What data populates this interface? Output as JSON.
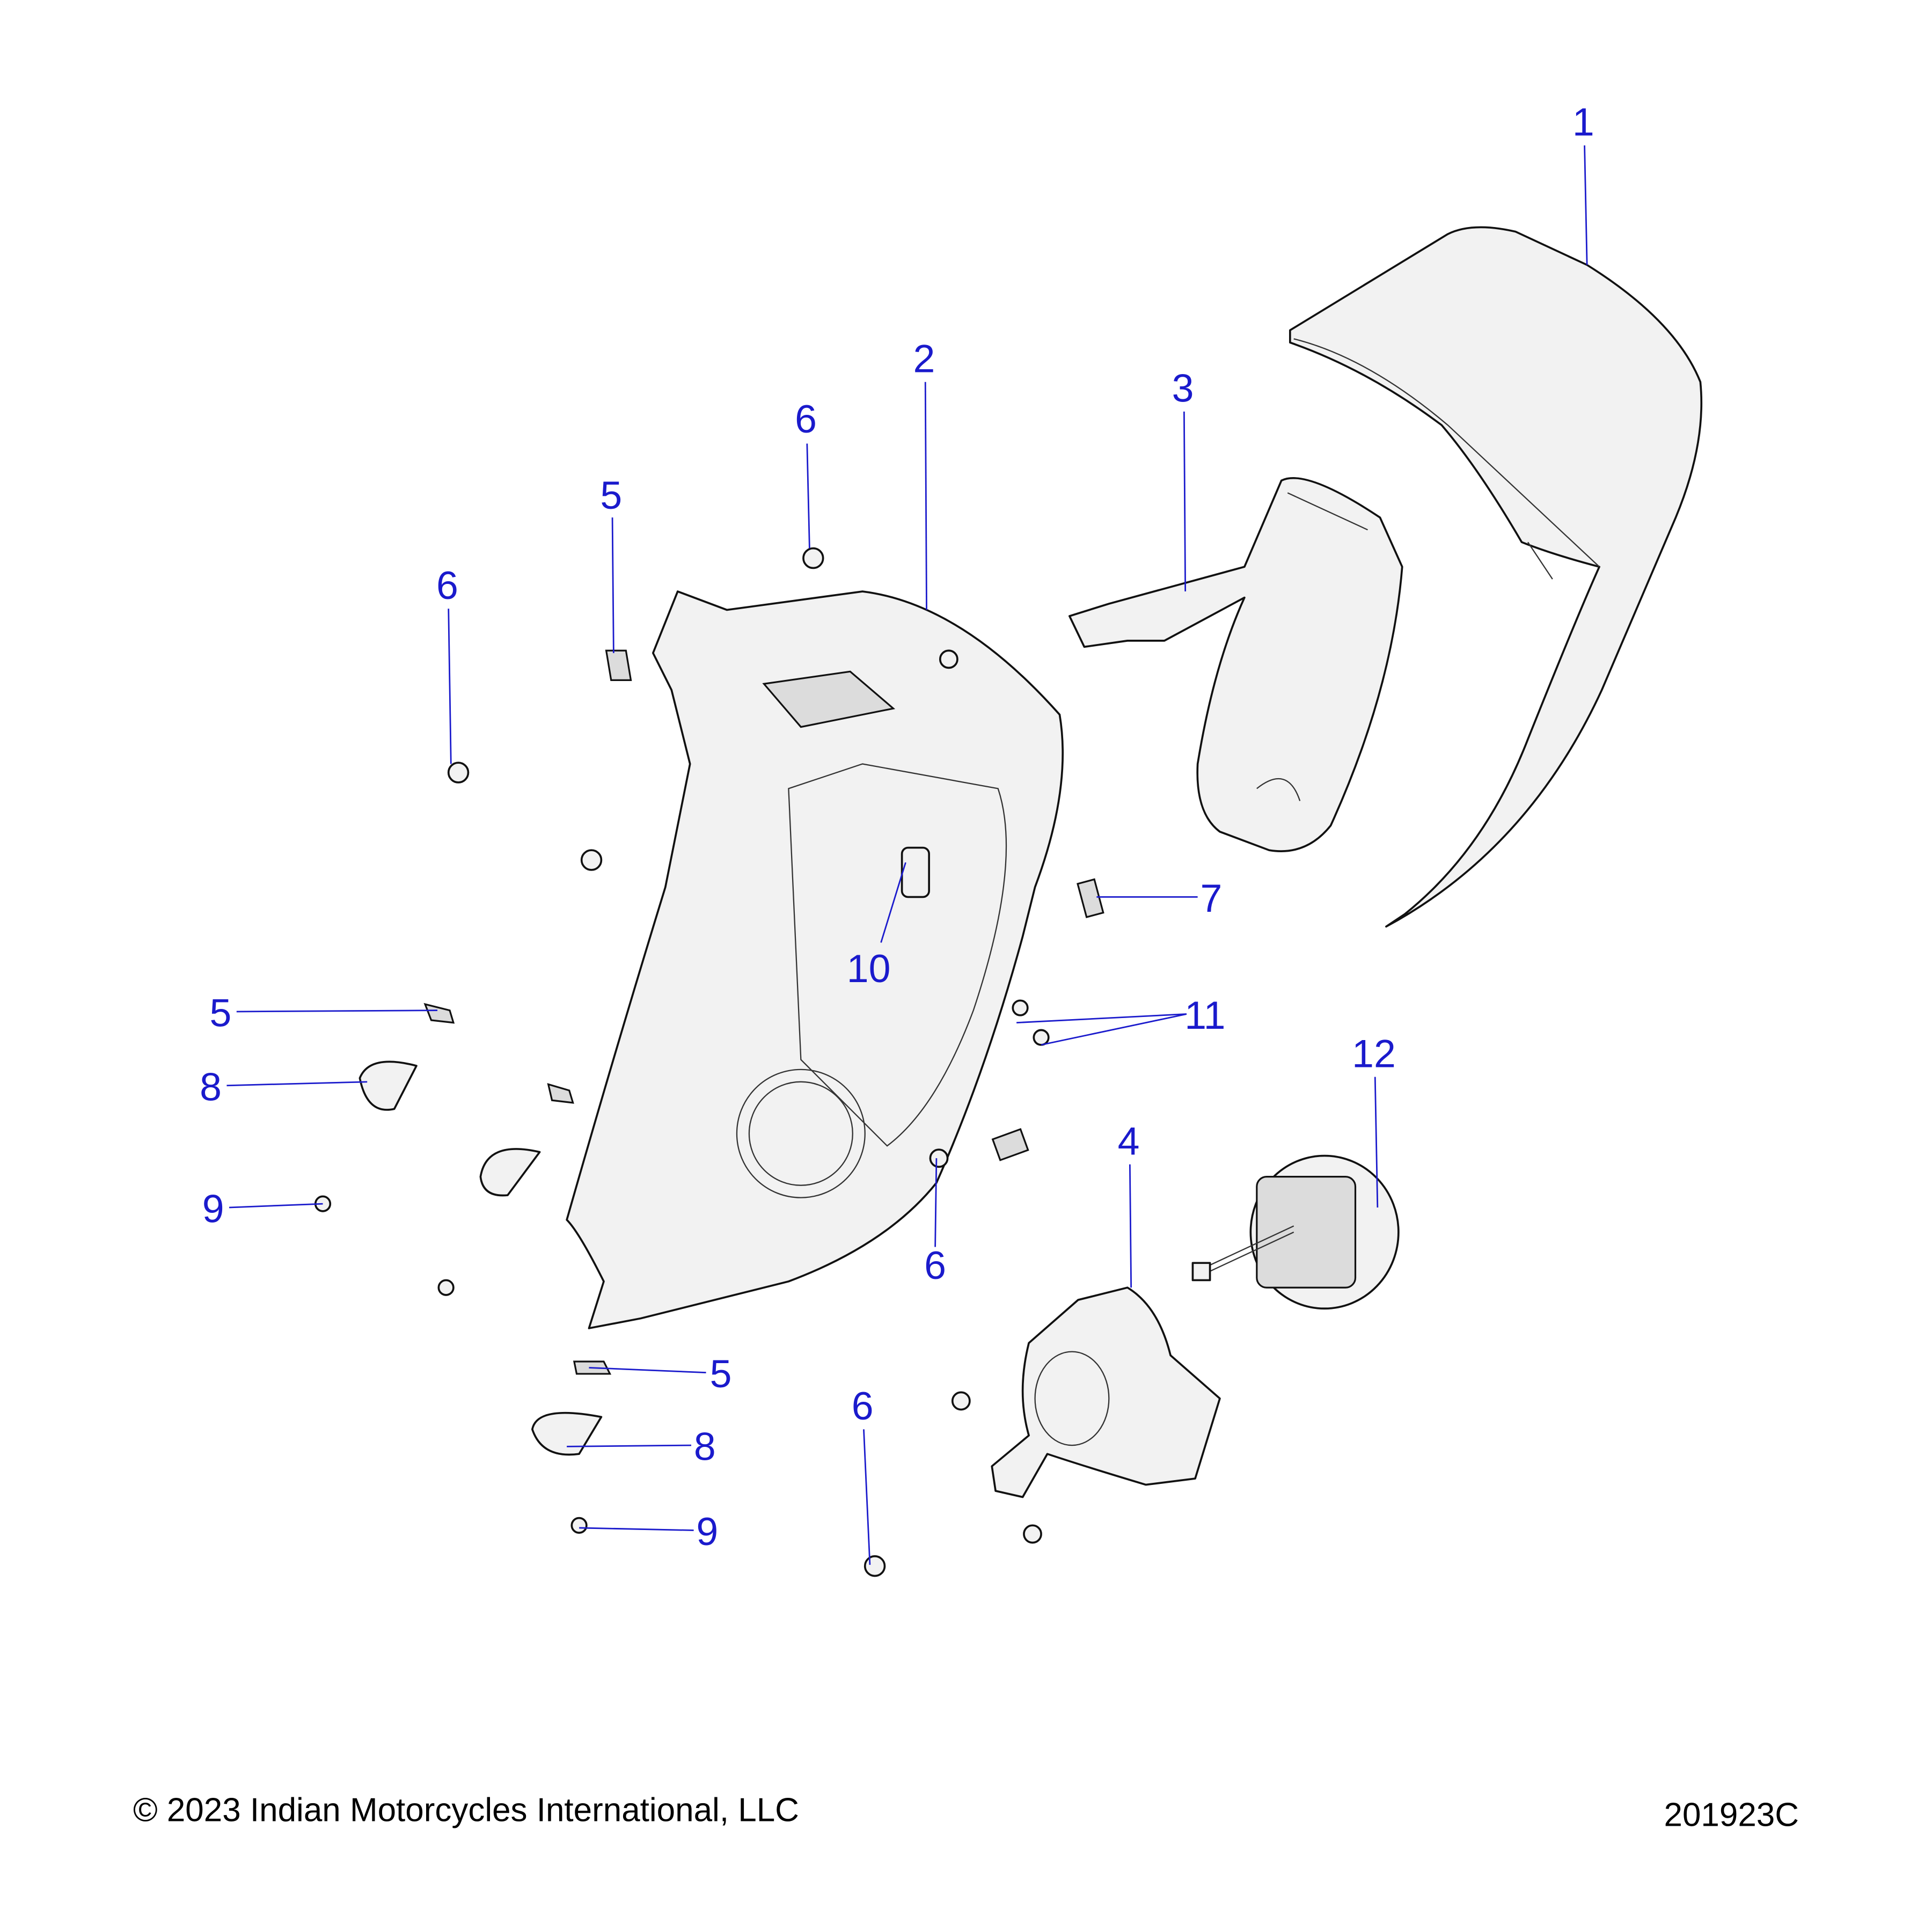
{
  "diagram": {
    "callouts": [
      {
        "id": "c1",
        "label": "1"
      },
      {
        "id": "c2",
        "label": "2"
      },
      {
        "id": "c3",
        "label": "3"
      },
      {
        "id": "c6a",
        "label": "6"
      },
      {
        "id": "c5a",
        "label": "5"
      },
      {
        "id": "c6b",
        "label": "6"
      },
      {
        "id": "c5b",
        "label": "5"
      },
      {
        "id": "c8a",
        "label": "8"
      },
      {
        "id": "c9a",
        "label": "9"
      },
      {
        "id": "c10",
        "label": "10"
      },
      {
        "id": "c7",
        "label": "7"
      },
      {
        "id": "c11",
        "label": "11"
      },
      {
        "id": "c12",
        "label": "12"
      },
      {
        "id": "c4",
        "label": "4"
      },
      {
        "id": "c6c",
        "label": "6"
      },
      {
        "id": "c5c",
        "label": "5"
      },
      {
        "id": "c8b",
        "label": "8"
      },
      {
        "id": "c9b",
        "label": "9"
      },
      {
        "id": "c6d",
        "label": "6"
      }
    ],
    "callout_color": "#1a1acc"
  },
  "footer": {
    "copyright": "© 2023 Indian Motorcycles International, LLC",
    "drawing_number": "201923C"
  }
}
